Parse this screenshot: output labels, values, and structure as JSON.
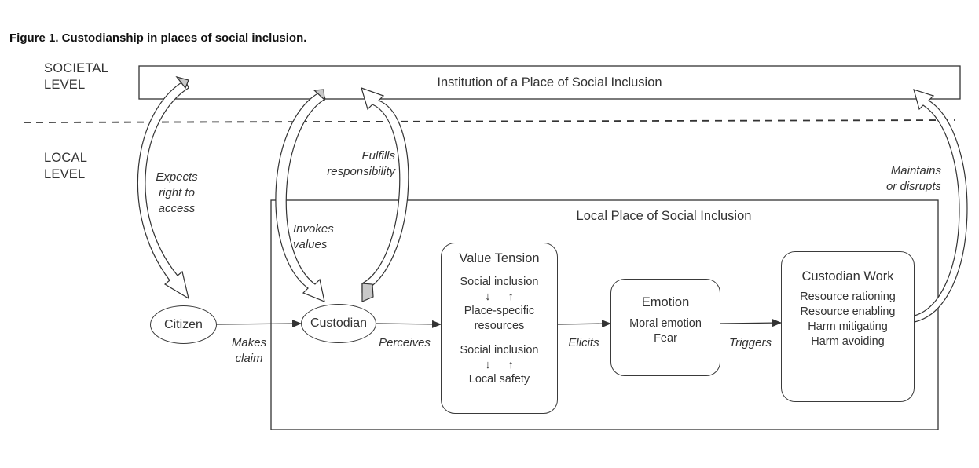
{
  "figure": {
    "title": "Figure 1.  Custodianship in places of social inclusion."
  },
  "levels": {
    "societal": [
      "SOCIETAL",
      "LEVEL"
    ],
    "local": [
      "LOCAL",
      "LEVEL"
    ]
  },
  "institution_box": {
    "label": "Institution of a Place of Social Inclusion"
  },
  "local_place_box": {
    "label": "Local Place of Social Inclusion"
  },
  "nodes": {
    "citizen": "Citizen",
    "custodian": "Custodian",
    "value_tension": {
      "title": "Value Tension",
      "pair1": {
        "top": "Social inclusion",
        "arrows": "↓ ↑",
        "bottom_lines": [
          "Place-specific",
          "resources"
        ]
      },
      "pair2": {
        "top": "Social inclusion",
        "arrows": "↓ ↑",
        "bottom": "Local safety"
      }
    },
    "emotion": {
      "title": "Emotion",
      "items": [
        "Moral emotion",
        "Fear"
      ]
    },
    "custodian_work": {
      "title": "Custodian Work",
      "items": [
        "Resource rationing",
        "Resource enabling",
        "Harm mitigating",
        "Harm avoiding"
      ]
    }
  },
  "edge_labels": {
    "expects": [
      "Expects",
      "right to",
      "access"
    ],
    "fulfills": [
      "Fulfills",
      "responsibility"
    ],
    "invokes": [
      "Invokes",
      "values"
    ],
    "maintains": [
      "Maintains",
      "or disrupts"
    ],
    "makes_claim": [
      "Makes",
      "claim"
    ],
    "perceives": "Perceives",
    "elicits": "Elicits",
    "triggers": "Triggers"
  }
}
